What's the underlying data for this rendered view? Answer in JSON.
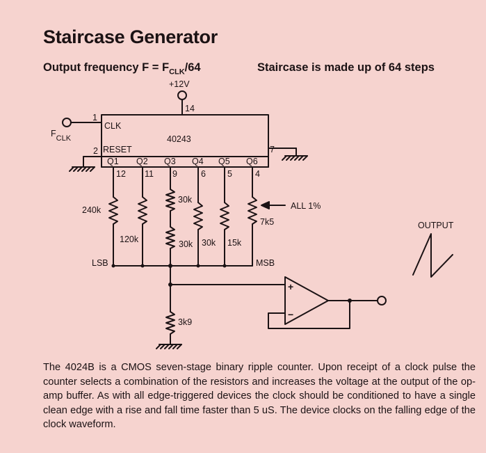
{
  "title": "Staircase Generator",
  "subtitle": {
    "output_frequency_prefix": "Output frequency F = F",
    "output_frequency_sub": "CLK",
    "output_frequency_suffix": "/64",
    "steps_note": "Staircase is made up of 64 steps"
  },
  "schematic": {
    "supply": "+12V",
    "chip_name": "40243",
    "clk_label": "CLK",
    "reset_label": "RESET",
    "fclk_label": "F",
    "fclk_sub": "CLK",
    "pin_vdd": "14",
    "pin_clk": "1",
    "pin_reset": "2",
    "pin_gnd": "7",
    "outputs": [
      {
        "name": "Q1",
        "pin": "12"
      },
      {
        "name": "Q2",
        "pin": "11"
      },
      {
        "name": "Q3",
        "pin": "9"
      },
      {
        "name": "Q4",
        "pin": "6"
      },
      {
        "name": "Q5",
        "pin": "5"
      },
      {
        "name": "Q6",
        "pin": "4"
      }
    ],
    "resistors": [
      "240k",
      "120k",
      "30k",
      "30k",
      "30k",
      "15k",
      "7k5"
    ],
    "tolerance_note": "ALL 1%",
    "lsb_label": "LSB",
    "msb_label": "MSB",
    "load_resistor": "3k9",
    "output_label": "OUTPUT",
    "opamp_plus": "+",
    "opamp_minus": "−"
  },
  "caption": "The 4024B is a CMOS seven-stage binary ripple counter. Upon receipt of a clock pulse the counter selects a combination of the resistors and increases the voltage at the output of the op-amp buffer. As with all edge-triggered devices the clock should be conditioned to have a single clean edge with a rise and fall time faster than 5 uS. The device clocks on the falling edge of the clock waveform."
}
